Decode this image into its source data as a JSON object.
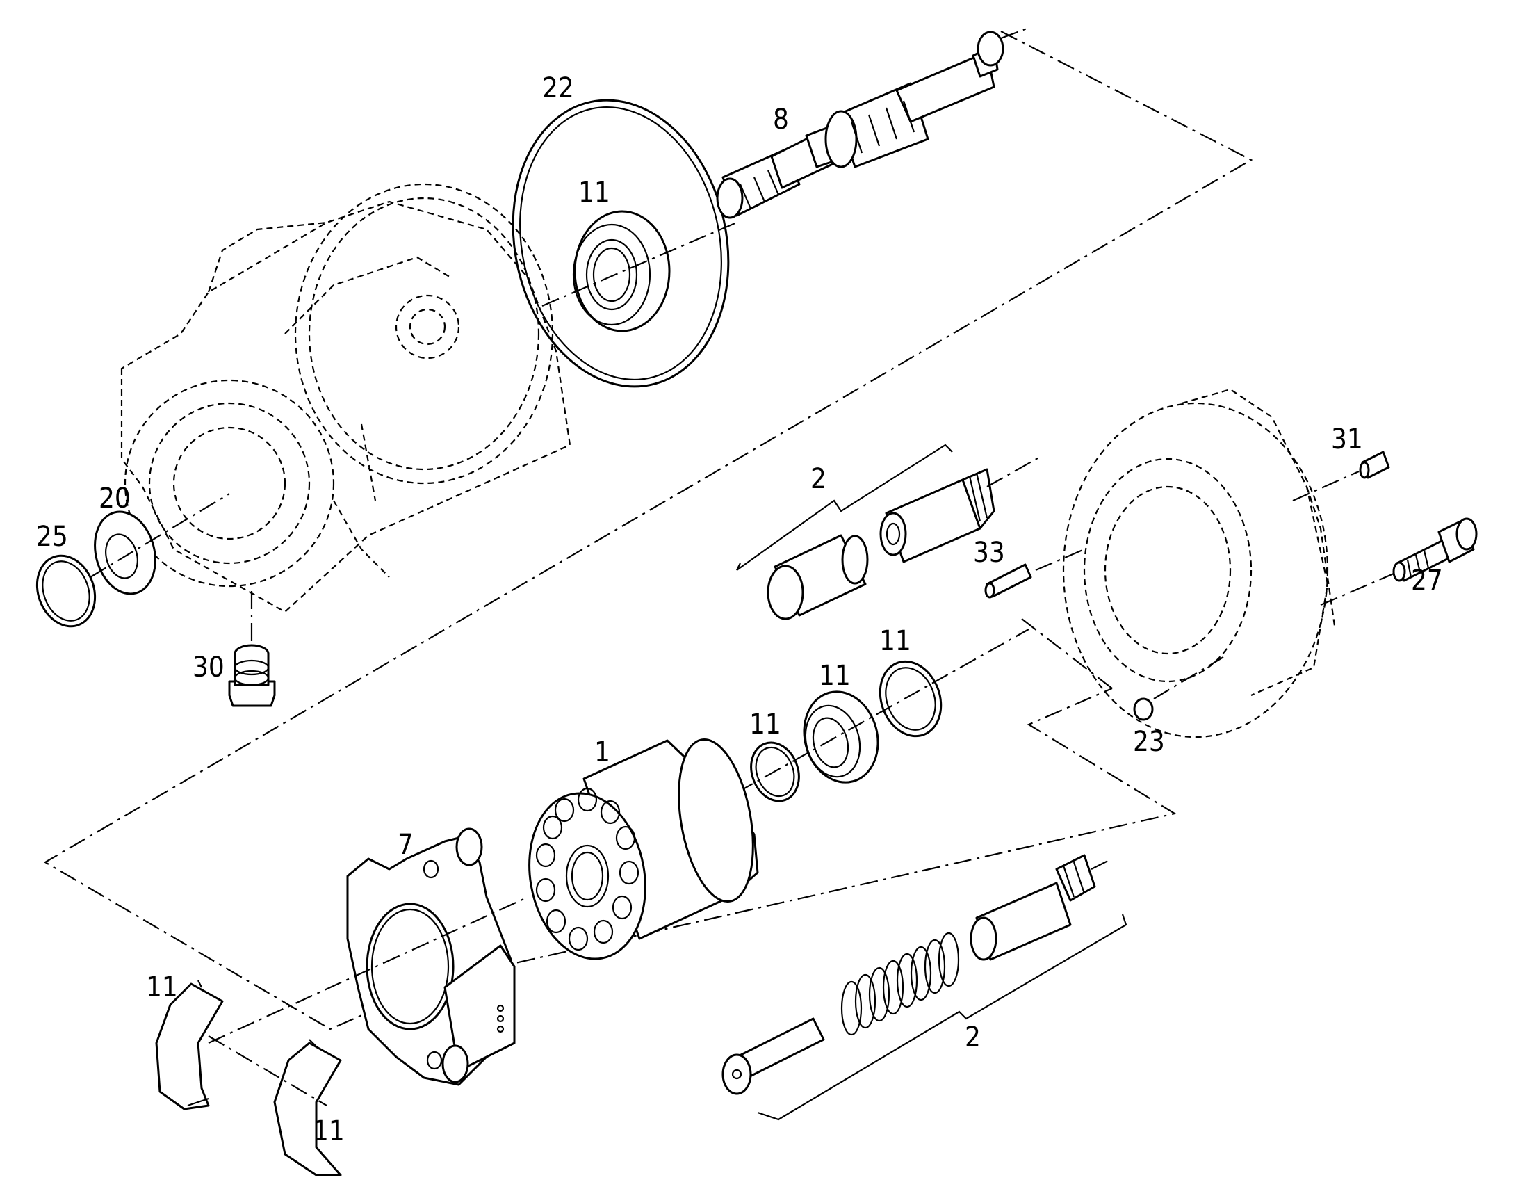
{
  "callouts": {
    "c22": "22",
    "c8": "8",
    "c11_bearing_top": "11",
    "c25": "25",
    "c20": "20",
    "c30": "30",
    "c2_top": "2",
    "c33": "33",
    "c31": "31",
    "c27": "27",
    "c23": "23",
    "c11_ring_large": "11",
    "c11_bearing_mid": "11",
    "c11_ring_small": "11",
    "c1": "1",
    "c7": "7",
    "c11_shell_left": "11",
    "c11_shell_right": "11",
    "c2_bottom": "2"
  }
}
